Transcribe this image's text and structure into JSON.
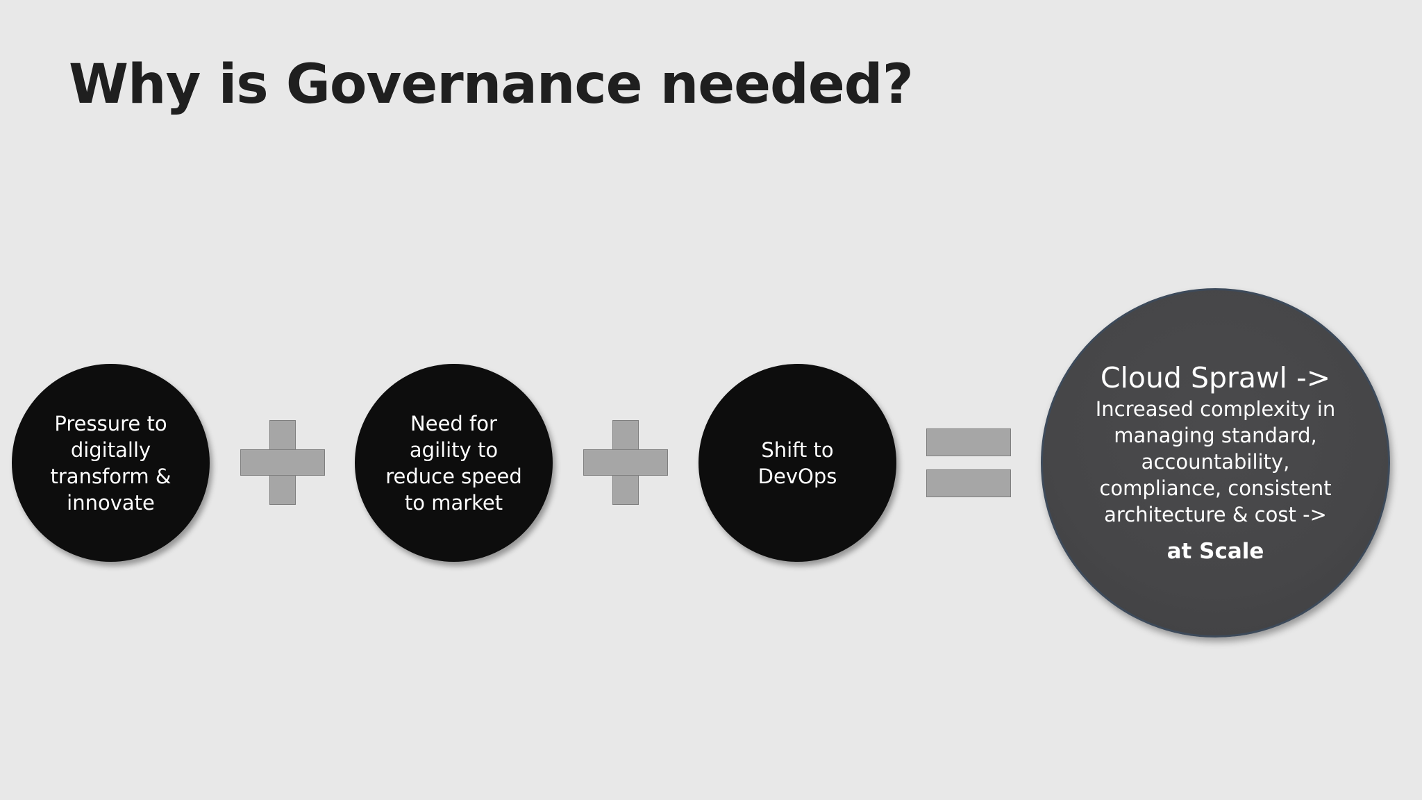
{
  "slide": {
    "title": "Why is Governance needed?"
  },
  "inputs": [
    {
      "text": "Pressure to\ndigitally\ntransform &\ninnovate"
    },
    {
      "text": "Need for\nagility to\nreduce speed\nto market"
    },
    {
      "text": "Shift to\nDevOps"
    }
  ],
  "result": {
    "heading": "Cloud Sprawl ->",
    "body": "Increased complexity in\nmanaging standard,\naccountability,\ncompliance, consistent\narchitecture & cost ->",
    "emphasis": "at Scale"
  },
  "operators": [
    "plus-icon",
    "plus-icon",
    "equals-icon"
  ],
  "colors": {
    "background": "#e8e8e8",
    "input_circle": "#0d0d0d",
    "result_circle": "#464648",
    "operator": "#a6a6a6",
    "title": "#1f1f1f"
  }
}
